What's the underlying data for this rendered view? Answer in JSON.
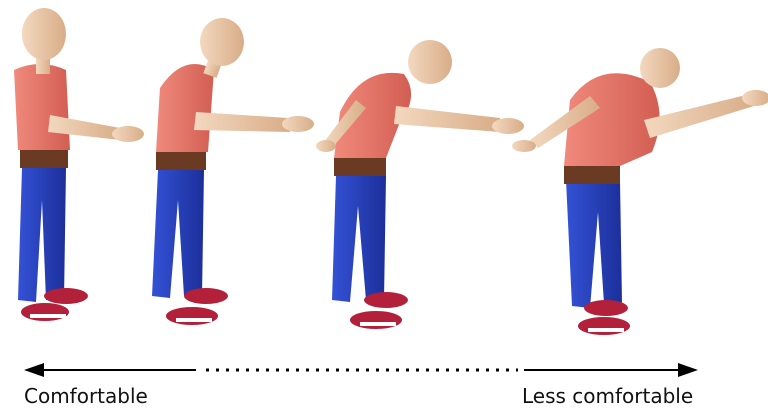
{
  "labels": {
    "left": "Comfortable",
    "right": "Less comfortable"
  },
  "figures": [
    {
      "name": "upright",
      "lean_deg": 0
    },
    {
      "name": "slight-lean",
      "lean_deg": 18
    },
    {
      "name": "forward-lean",
      "lean_deg": 38
    },
    {
      "name": "deep-lean",
      "lean_deg": 58
    }
  ],
  "colors": {
    "skin": "#e8c7a8",
    "shirt": "#e77466",
    "jeans": "#2840c0",
    "belt": "#6a3b22",
    "shoe": "#b3203a",
    "shoe_sole": "#ffffff",
    "arrow": "#000000"
  }
}
